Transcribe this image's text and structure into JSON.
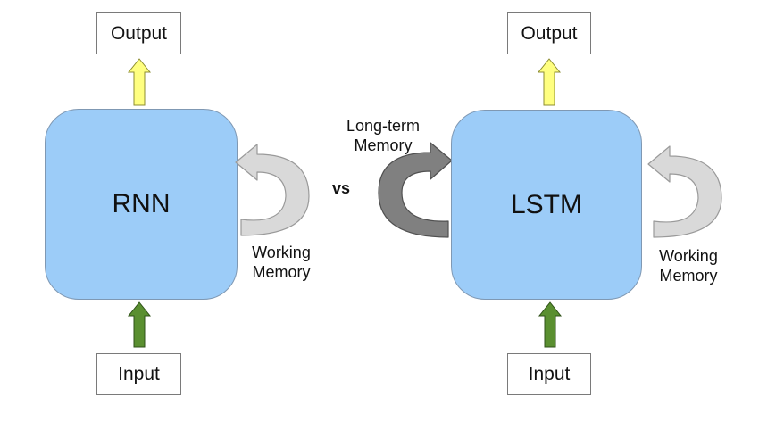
{
  "left": {
    "output_label": "Output",
    "unit_label": "RNN",
    "input_label": "Input",
    "loop_label_line1": "Working",
    "loop_label_line2": "Memory"
  },
  "comparator": "vs",
  "right": {
    "output_label": "Output",
    "unit_label": "LSTM",
    "input_label": "Input",
    "long_term_line1": "Long-term",
    "long_term_line2": "Memory",
    "loop_label_line1": "Working",
    "loop_label_line2": "Memory"
  },
  "colors": {
    "unit_fill": "#9cccf8",
    "output_arrow": "#ffff80",
    "input_arrow": "#5a8f30",
    "working_memory_arrow": "#d9d9d9",
    "long_term_arrow": "#808080"
  }
}
